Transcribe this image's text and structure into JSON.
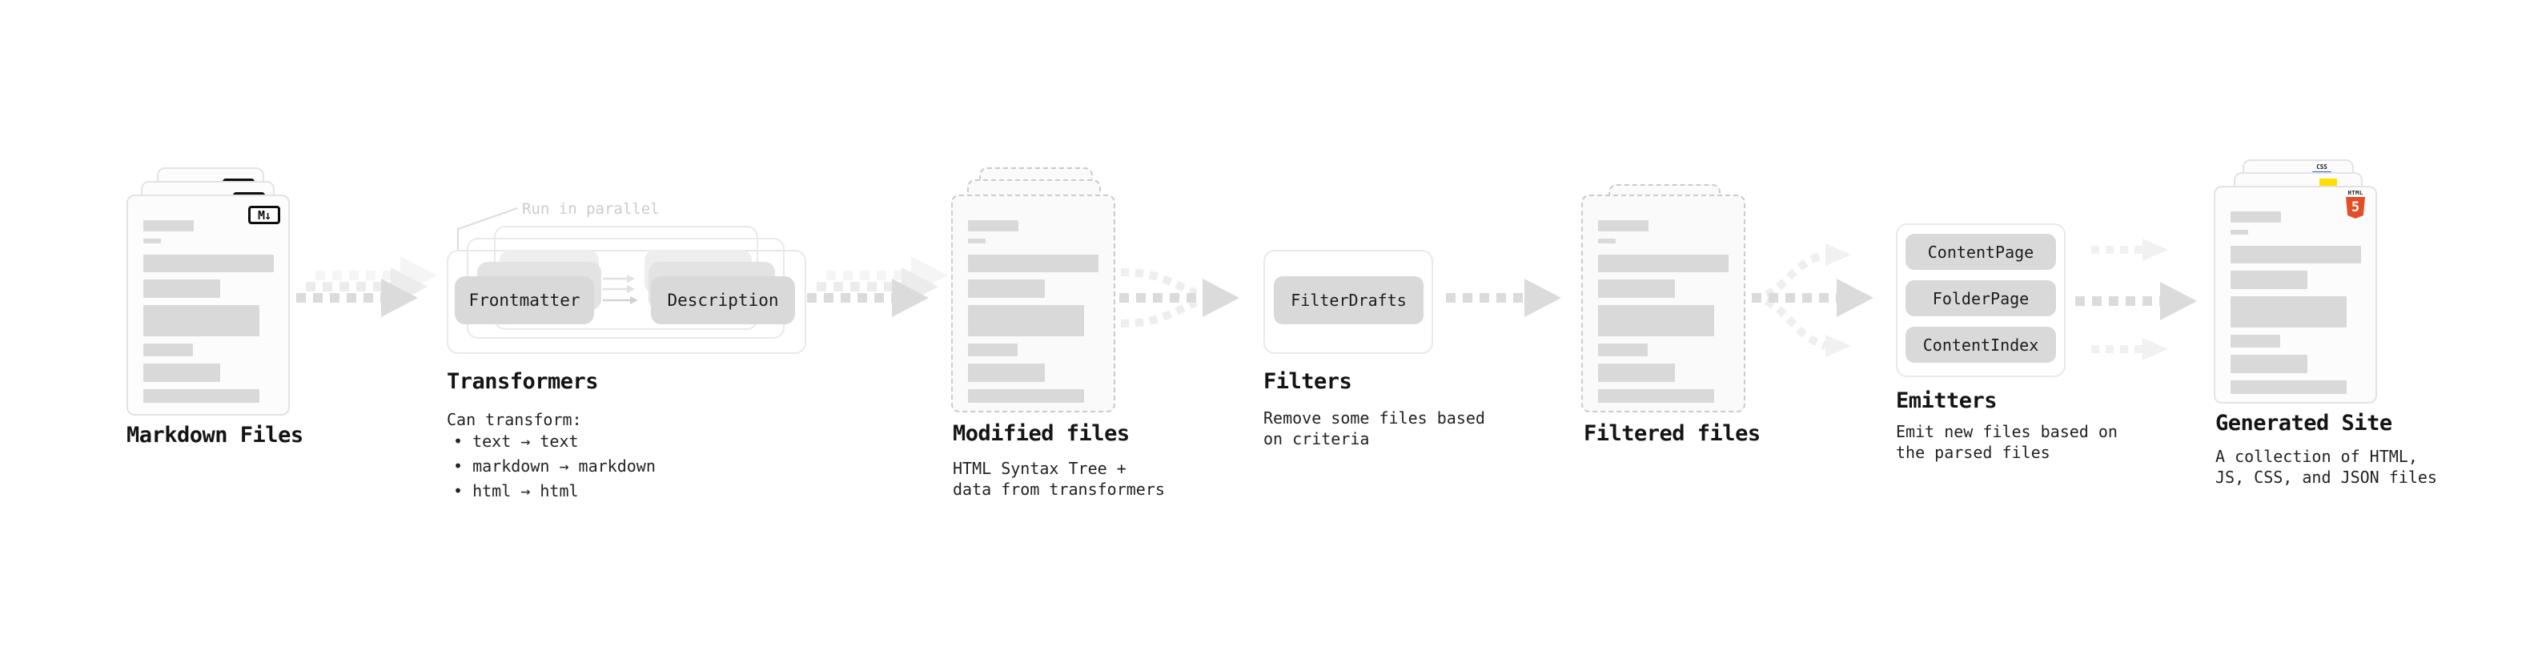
{
  "stages": {
    "markdown": {
      "label": "Markdown Files",
      "badge": "M↓"
    },
    "transformers": {
      "label": "Transformers",
      "note": "Run in parallel",
      "chips": [
        "Frontmatter",
        "Description"
      ],
      "desc_title": "Can transform:",
      "bullets": [
        "• text → text",
        "• markdown → markdown",
        "• html → html"
      ]
    },
    "modified": {
      "label": "Modified files",
      "desc": "HTML Syntax Tree +\ndata from transformers"
    },
    "filters": {
      "label": "Filters",
      "chip": "FilterDrafts",
      "desc": "Remove some files based\non criteria"
    },
    "filtered": {
      "label": "Filtered files"
    },
    "emitters": {
      "label": "Emitters",
      "chips": [
        "ContentPage",
        "FolderPage",
        "ContentIndex"
      ],
      "desc": "Emit new files based on\nthe parsed files"
    },
    "generated": {
      "label": "Generated Site",
      "desc": "A collection of HTML,\nJS, CSS, and JSON files",
      "badges": {
        "html_word": "HTML",
        "html5_num": "5",
        "css": "CSS"
      }
    }
  },
  "colors": {
    "html5_orange": "#e44d26",
    "js_yellow": "#ffde00",
    "css_blue": "#2b62f0"
  }
}
